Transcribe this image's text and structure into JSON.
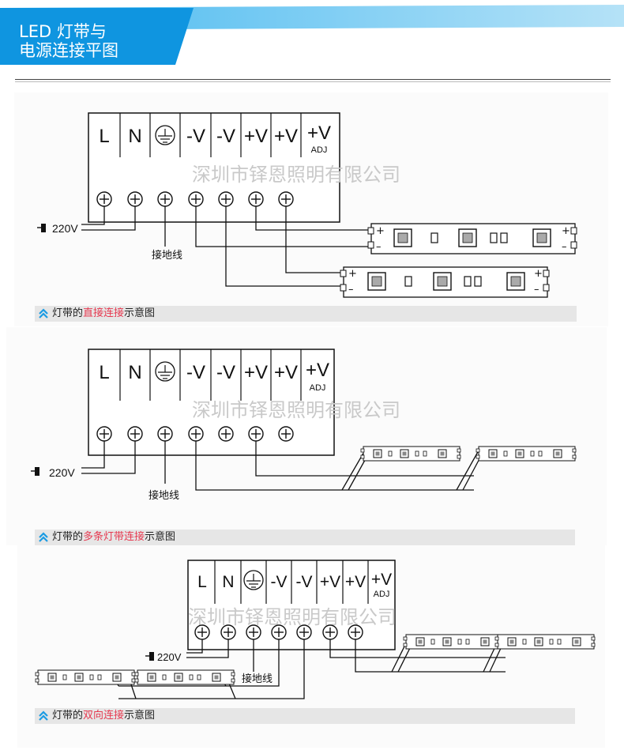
{
  "header": {
    "title_line1": "LED 灯带与",
    "title_line2": "电源连接平图"
  },
  "terminals": [
    "L",
    "N",
    "ground-symbol",
    "-V",
    "-V",
    "+V",
    "+V",
    "+V"
  ],
  "adj_label": "ADJ",
  "watermark": "深圳市铎恩照明有限公司",
  "supply_label": "220V",
  "ground_label": "接地线",
  "strip_plus": "+",
  "strip_minus": "–",
  "captions": [
    {
      "pre": "灯带的",
      "highlight": "直接连接",
      "post": "示意图"
    },
    {
      "pre": "灯带的",
      "highlight": "多条灯带连接",
      "post": "示意图"
    },
    {
      "pre": "灯带的",
      "highlight": "双向连接",
      "post": "示意图"
    }
  ],
  "colors": {
    "accent_blue": "#1a9be3",
    "highlight_red": "#e63950",
    "caption_bg": "#e6e6e6"
  }
}
